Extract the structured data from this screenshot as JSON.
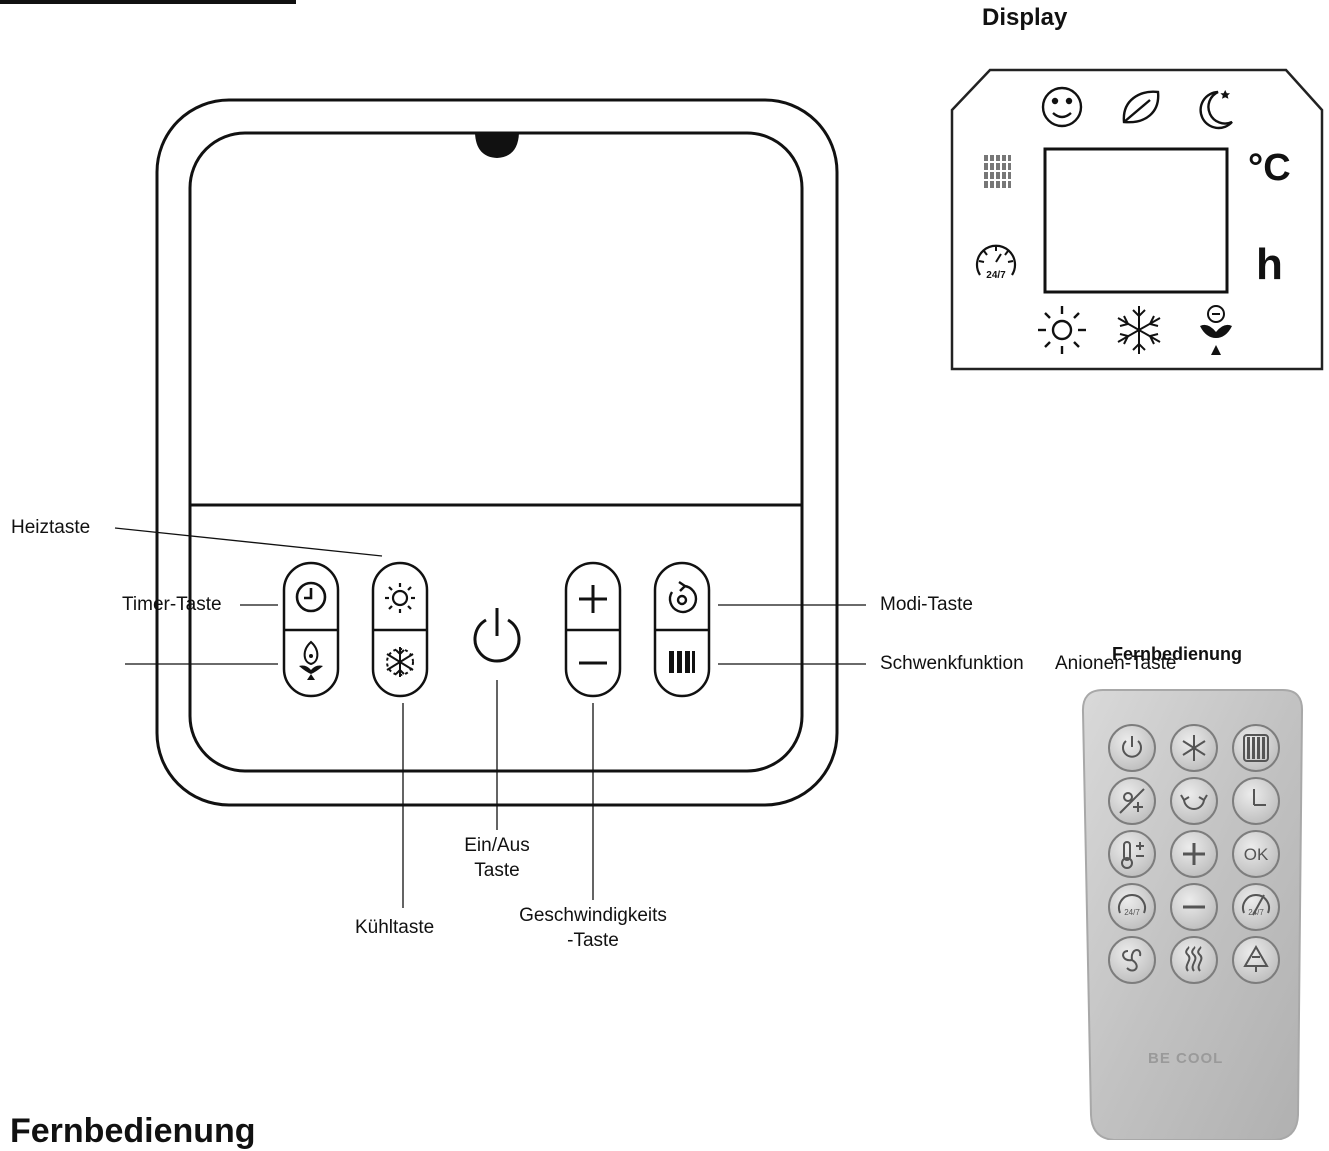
{
  "headings": {
    "display": "Display",
    "remote_small": "Fernbedienung",
    "remote_large": "Fernbedienung"
  },
  "labels": {
    "heat": "Heiztaste",
    "timer": "Timer-Taste",
    "anion": "Anionen-Taste",
    "mode": "Modi-Taste",
    "swing": "Schwenkfunktion",
    "cool": "Kühltaste",
    "power_line1": "Ein/Aus",
    "power_line2": "Taste",
    "speed_line1": "Geschwindigkeits",
    "speed_line2": "-Taste"
  },
  "display_panel": {
    "unit_celsius": "°C",
    "unit_hours": "h",
    "top_icons": [
      "smiley-icon",
      "leaf-icon",
      "moon-stars-icon"
    ],
    "side_icons": [
      "swing-louver-icon",
      "24-7-icon"
    ],
    "bottom_icons": [
      "sun-icon",
      "snowflake-icon",
      "anion-icon"
    ]
  },
  "control_panel": {
    "buttons": [
      {
        "name": "timer-button",
        "icon": "clock-icon"
      },
      {
        "name": "anion-button",
        "icon": "anion-icon"
      },
      {
        "name": "heat-button",
        "icon": "sun-icon"
      },
      {
        "name": "cool-button",
        "icon": "snowflake-icon"
      },
      {
        "name": "power-button",
        "icon": "power-icon"
      },
      {
        "name": "plus-button",
        "icon": "plus-icon"
      },
      {
        "name": "minus-button",
        "icon": "minus-icon"
      },
      {
        "name": "mode-button",
        "icon": "mode-icon"
      },
      {
        "name": "swing-button",
        "icon": "swing-louver-icon"
      }
    ]
  },
  "remote": {
    "brand": "BE COOL",
    "button_rows": [
      [
        "power-icon",
        "snowflake-icon",
        "swing-louver-icon"
      ],
      [
        "sun-snow-icon",
        "rotate-icon",
        "timer-icon"
      ],
      [
        "thermometer-icon",
        "plus-icon",
        "ok-icon"
      ],
      [
        "24-7-icon",
        "minus-icon",
        "24-7-off-icon"
      ],
      [
        "fan-icon",
        "heat-waves-icon",
        "tree-icon"
      ]
    ],
    "ok_label": "OK",
    "icon_24_7_label": "24/7"
  },
  "colors": {
    "line": "#111111",
    "remote_body": "#c4c4c4",
    "remote_button": "#d4d4d4",
    "remote_icon": "#555555"
  }
}
